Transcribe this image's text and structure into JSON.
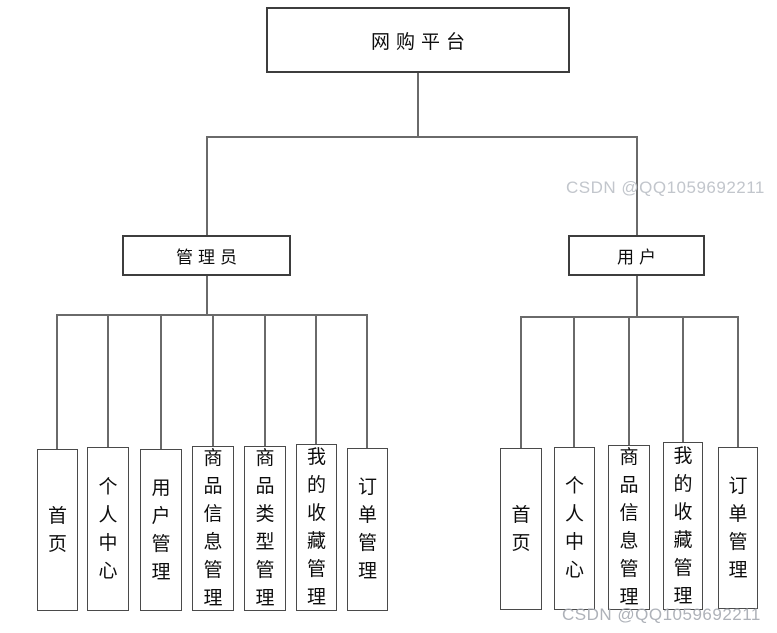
{
  "diagram": {
    "root": {
      "label": "网购平台"
    },
    "branches": {
      "admin": {
        "label": "管理员",
        "children": [
          "首页",
          "个人中心",
          "用户管理",
          "商品信息管理",
          "商品类型管理",
          "我的收藏管理",
          "订单管理"
        ]
      },
      "user": {
        "label": "用户",
        "children": [
          "首页",
          "个人中心",
          "商品信息管理",
          "我的收藏管理",
          "订单管理"
        ]
      }
    }
  },
  "watermark": {
    "middle_text": "CSDN @QQ1059692211",
    "bottom_text": "CSDN @QQ1059692211"
  },
  "colors": {
    "background": "#ffffff",
    "box_border": "#3d3d3d",
    "connector": "#6a6a6a",
    "text": "#0d0d0d",
    "watermark": "#a6aab2"
  }
}
